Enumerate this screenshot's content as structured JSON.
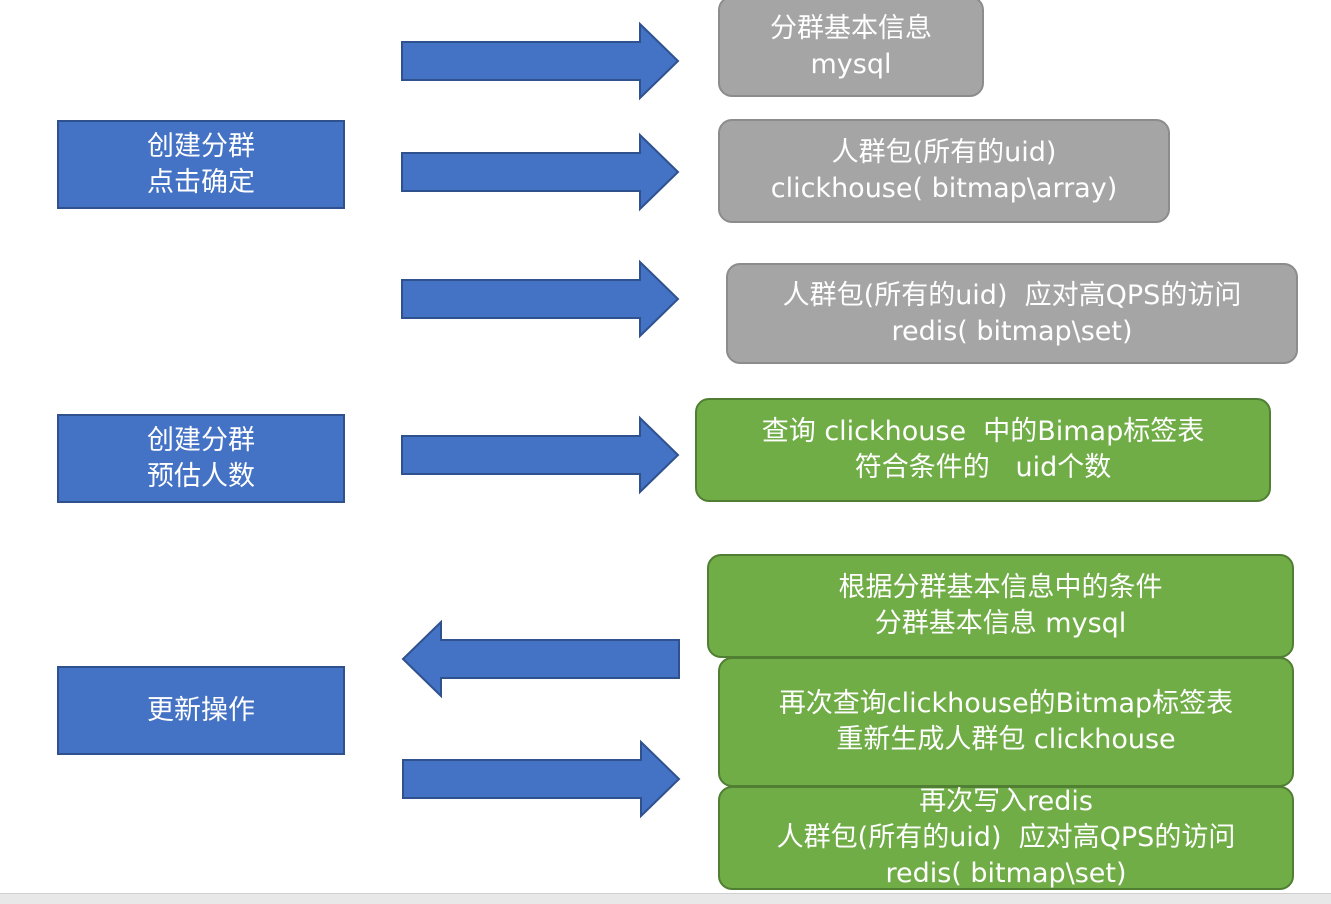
{
  "colors": {
    "blue": "#4472c4",
    "gray": "#a5a5a5",
    "green": "#70ad47",
    "text": "#ffffff"
  },
  "actions": {
    "create_confirm": {
      "line1": "创建分群",
      "line2": "点击确定"
    },
    "create_estimate": {
      "line1": "创建分群",
      "line2": "预估人数"
    },
    "update": {
      "line1": "更新操作"
    }
  },
  "storage": {
    "mysql": {
      "line1": "分群基本信息",
      "line2": "mysql"
    },
    "clickhouse": {
      "line1": "人群包(所有的uid)",
      "line2": "clickhouse( bitmap\\array)"
    },
    "redis": {
      "line1": "人群包(所有的uid)  应对高QPS的访问",
      "line2": "redis( bitmap\\set)"
    }
  },
  "estimate": {
    "line1": "查询 clickhouse  中的Bimap标签表",
    "line2": "符合条件的   uid个数"
  },
  "update_steps": {
    "read_conditions": {
      "line1": "根据分群基本信息中的条件",
      "line2": "分群基本信息 mysql"
    },
    "requery": {
      "line1": "再次查询clickhouse的Bitmap标签表",
      "line2": "重新生成人群包 clickhouse"
    },
    "write_redis": {
      "line1": "再次写入redis",
      "line2": "人群包(所有的uid)  应对高QPS的访问",
      "line3": "redis( bitmap\\set)"
    }
  }
}
